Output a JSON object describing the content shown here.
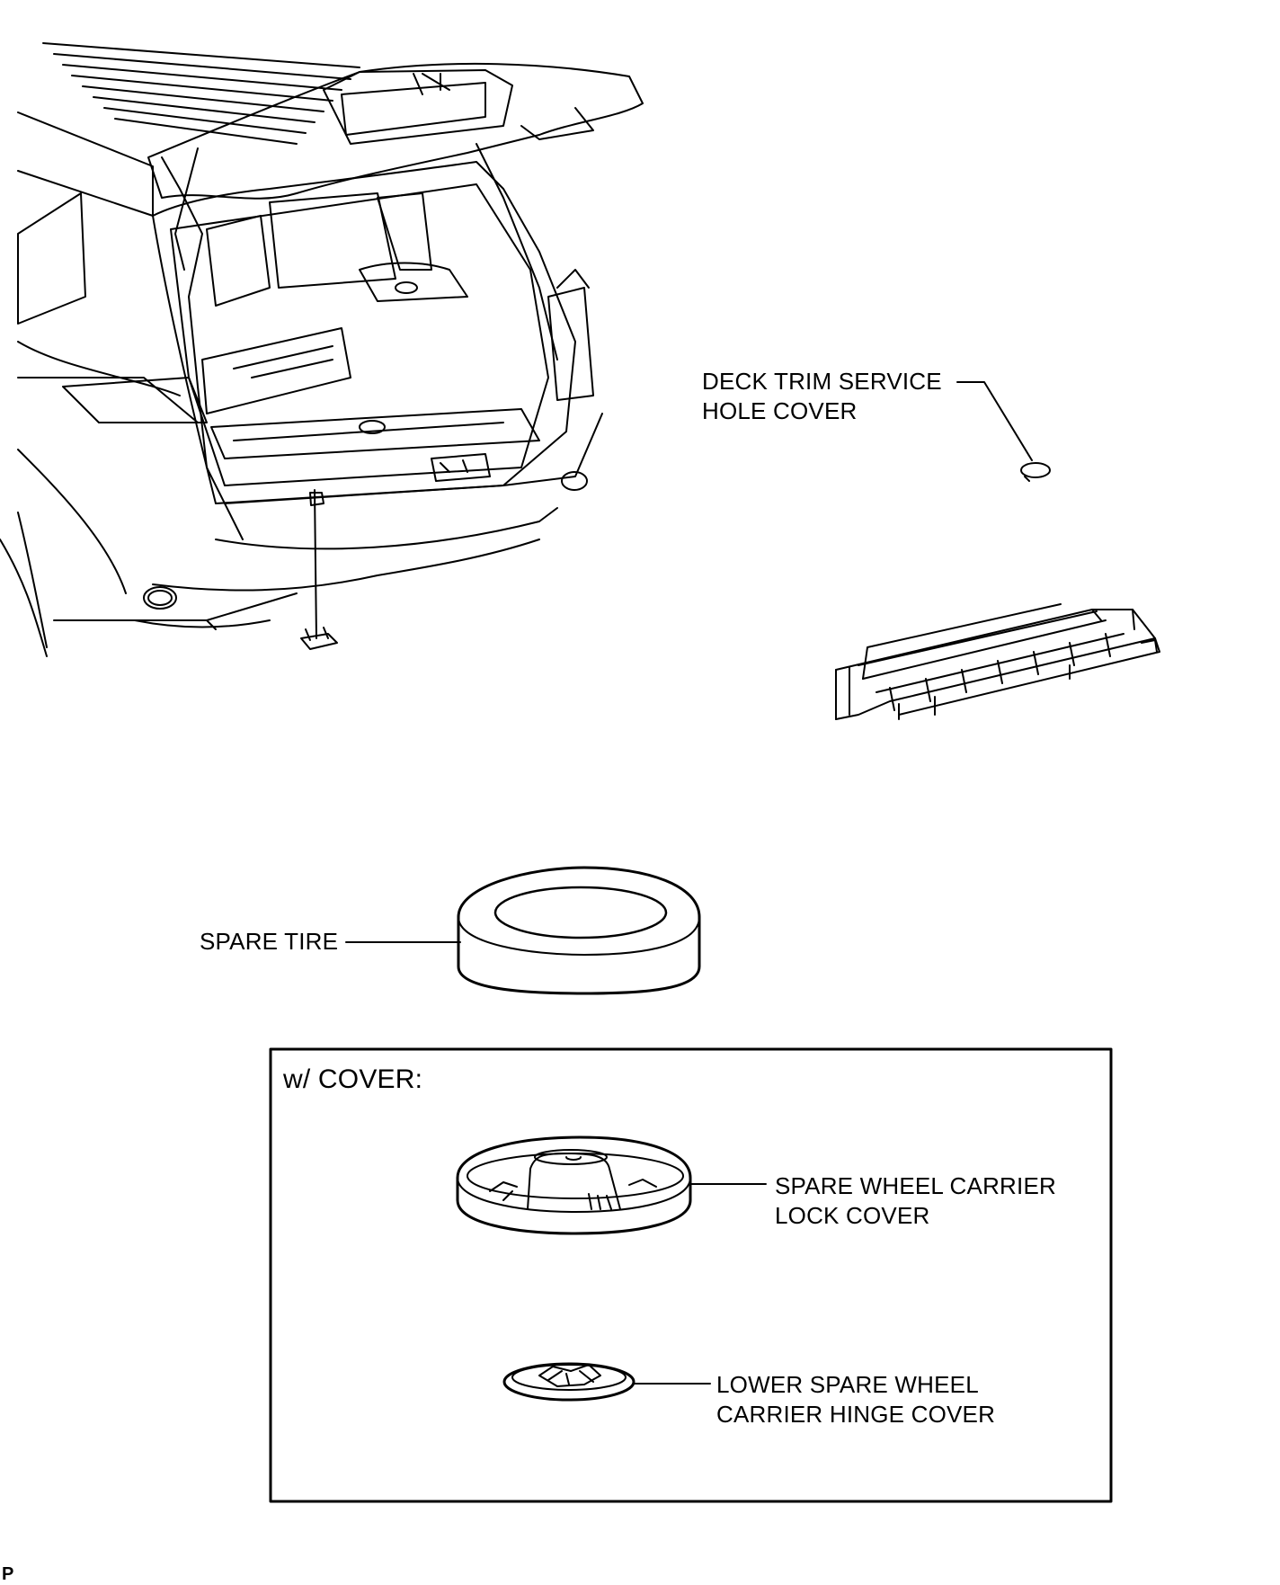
{
  "labels": {
    "deck_trim_line1": "DECK TRIM SERVICE",
    "deck_trim_line2": "HOLE COVER",
    "spare_tire": "SPARE TIRE",
    "cover_heading": "w/ COVER:",
    "lock_cover_line1": "SPARE WHEEL CARRIER",
    "lock_cover_line2": "LOCK COVER",
    "hinge_cover_line1": "LOWER SPARE WHEEL",
    "hinge_cover_line2": "CARRIER HINGE COVER"
  },
  "corner_mark": "P",
  "colors": {
    "line": "#000000",
    "background": "#ffffff"
  }
}
